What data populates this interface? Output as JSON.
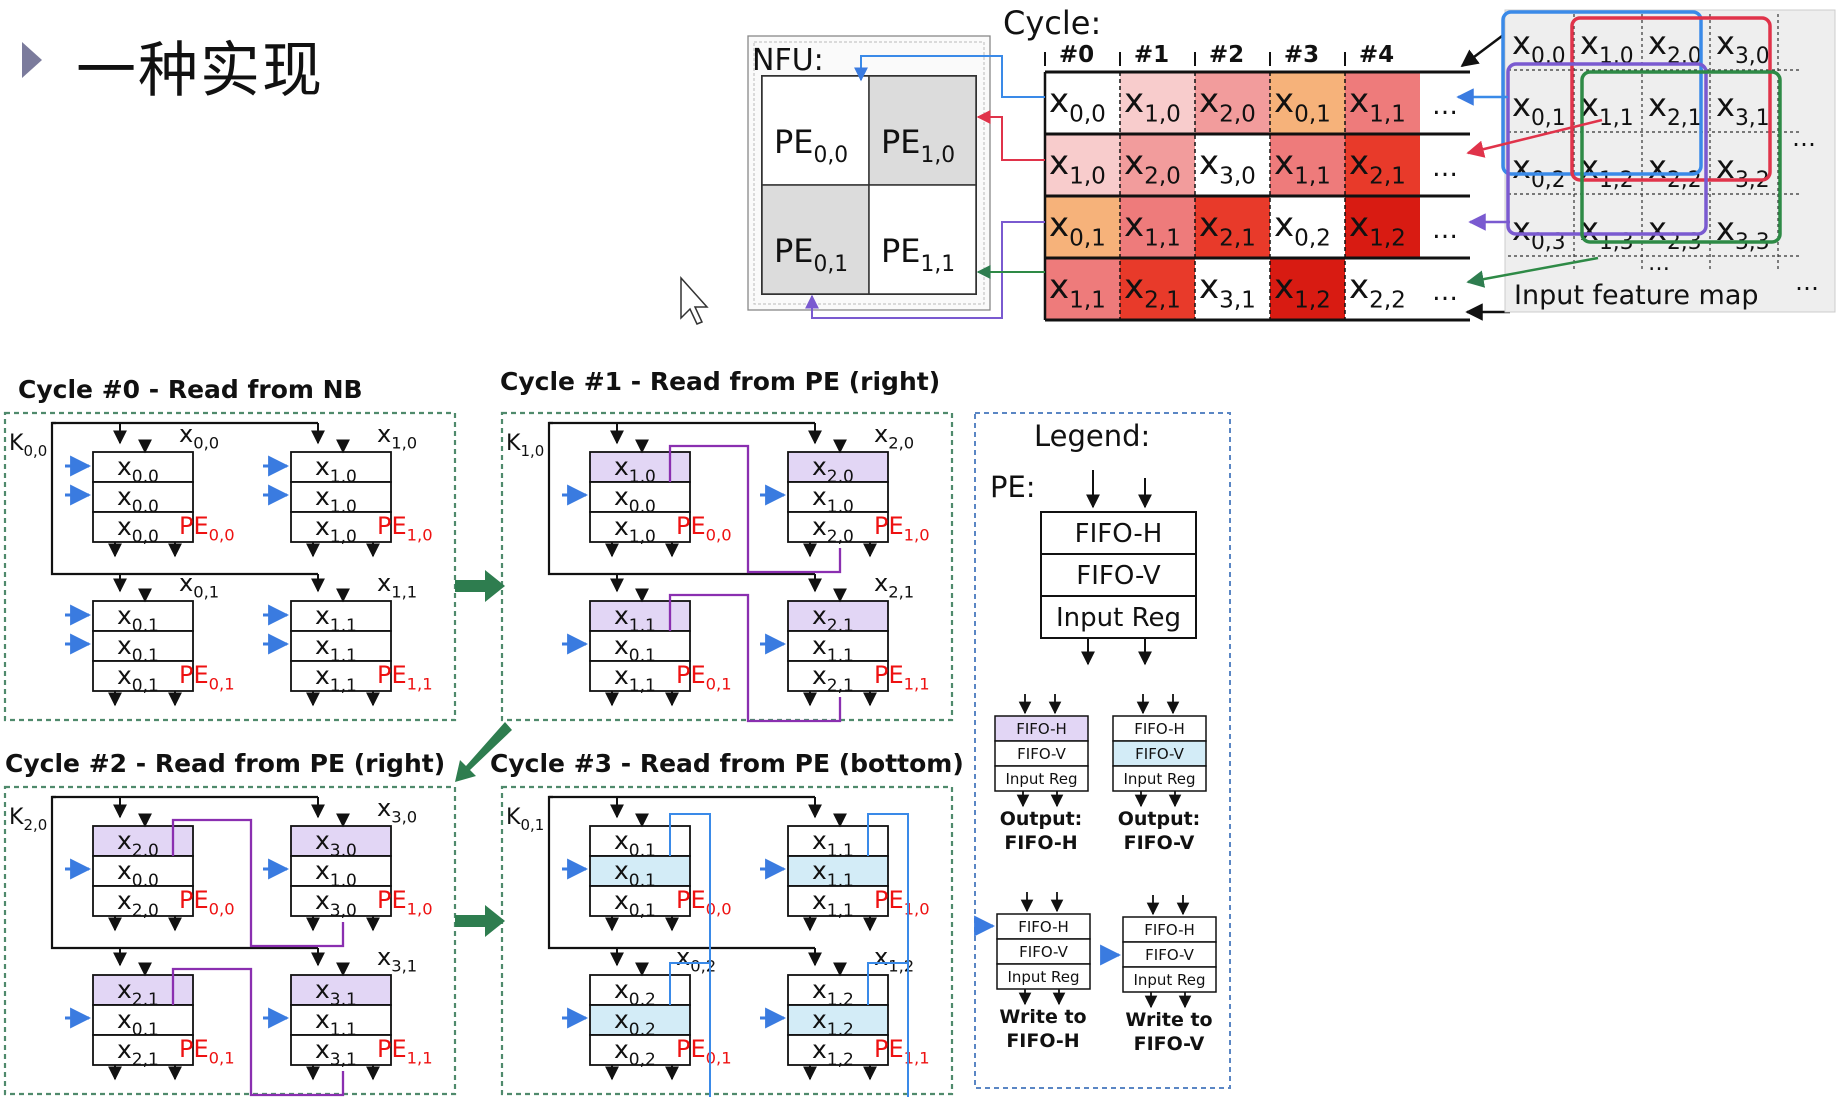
{
  "slide": {
    "title": "一种实现",
    "colors": {
      "bullet": "#7a7a9a",
      "red": "#ee1111",
      "purple": "#8a2fb0",
      "blue": "#3a7be0",
      "green": "#2e7d4f"
    }
  },
  "nfu": {
    "label": "NFU:",
    "pes": [
      {
        "main": "PE",
        "sub": "0,0"
      },
      {
        "main": "PE",
        "sub": "1,0"
      },
      {
        "main": "PE",
        "sub": "0,1"
      },
      {
        "main": "PE",
        "sub": "1,1"
      }
    ]
  },
  "cycle_table": {
    "label": "Cycle:",
    "headers": [
      "#0",
      "#1",
      "#2",
      "#3",
      "#4"
    ],
    "more": "…",
    "rows": [
      [
        {
          "t": "0,0",
          "c": "#ffffff"
        },
        {
          "t": "1,0",
          "c": "#f8cccc"
        },
        {
          "t": "2,0",
          "c": "#f29c9c"
        },
        {
          "t": "0,1",
          "c": "#f6b27a"
        },
        {
          "t": "1,1",
          "c": "#ee7b7b"
        }
      ],
      [
        {
          "t": "1,0",
          "c": "#f8cccc"
        },
        {
          "t": "2,0",
          "c": "#f29c9c"
        },
        {
          "t": "3,0",
          "c": "#ffffff"
        },
        {
          "t": "1,1",
          "c": "#ee7b7b"
        },
        {
          "t": "2,1",
          "c": "#e83a2a"
        }
      ],
      [
        {
          "t": "0,1",
          "c": "#f6b27a"
        },
        {
          "t": "1,1",
          "c": "#ee7b7b"
        },
        {
          "t": "2,1",
          "c": "#e83a2a"
        },
        {
          "t": "0,2",
          "c": "#ffffff"
        },
        {
          "t": "1,2",
          "c": "#d81b12"
        }
      ],
      [
        {
          "t": "1,1",
          "c": "#ee7b7b"
        },
        {
          "t": "2,1",
          "c": "#e83a2a"
        },
        {
          "t": "3,1",
          "c": "#ffffff"
        },
        {
          "t": "1,2",
          "c": "#d81b12"
        },
        {
          "t": "2,2",
          "c": "#ffffff"
        }
      ]
    ]
  },
  "input_map": {
    "label": "Input feature map",
    "cells": [
      [
        "0,0",
        "1,0",
        "2,0",
        "3,0"
      ],
      [
        "0,1",
        "1,1",
        "2,1",
        "3,1"
      ],
      [
        "0,2",
        "1,2",
        "2,2",
        "3,2"
      ],
      [
        "0,3",
        "1,3",
        "2,3",
        "3,3"
      ]
    ],
    "more": "…"
  },
  "cycles": [
    {
      "title": "Cycle #0 - Read from NB",
      "kernel": "K",
      "kernel_sub": "0,0",
      "pes": [
        {
          "top": [
            "0,0",
            "0,0",
            "0,0"
          ],
          "in": "0,0",
          "name": "PE",
          "sub": "0,0",
          "hl": []
        },
        {
          "top": [
            "1,0",
            "1,0",
            "1,0"
          ],
          "in": "1,0",
          "name": "PE",
          "sub": "1,0",
          "hl": []
        },
        {
          "top": [
            "0,1",
            "0,1",
            "0,1"
          ],
          "in": "0,1",
          "name": "PE",
          "sub": "0,1",
          "hl": []
        },
        {
          "top": [
            "1,1",
            "1,1",
            "1,1"
          ],
          "in": "1,1",
          "name": "PE",
          "sub": "1,1",
          "hl": []
        }
      ]
    },
    {
      "title": "Cycle #1 - Read from PE (right)",
      "kernel": "K",
      "kernel_sub": "1,0",
      "pes": [
        {
          "top": [
            "1,0",
            "0,0",
            "1,0"
          ],
          "in": "",
          "name": "PE",
          "sub": "0,0",
          "hl": [
            "purple",
            "",
            ""
          ]
        },
        {
          "top": [
            "2,0",
            "1,0",
            "2,0"
          ],
          "in": "2,0",
          "name": "PE",
          "sub": "1,0",
          "hl": [
            "purple",
            "",
            ""
          ]
        },
        {
          "top": [
            "1,1",
            "0,1",
            "1,1"
          ],
          "in": "",
          "name": "PE",
          "sub": "0,1",
          "hl": [
            "purple",
            "",
            ""
          ]
        },
        {
          "top": [
            "2,1",
            "1,1",
            "2,1"
          ],
          "in": "2,1",
          "name": "PE",
          "sub": "1,1",
          "hl": [
            "purple",
            "",
            ""
          ]
        }
      ]
    },
    {
      "title": "Cycle #2 - Read from PE (right)",
      "kernel": "K",
      "kernel_sub": "2,0",
      "pes": [
        {
          "top": [
            "2,0",
            "0,0",
            "2,0"
          ],
          "in": "",
          "name": "PE",
          "sub": "0,0",
          "hl": [
            "purple",
            "",
            ""
          ]
        },
        {
          "top": [
            "3,0",
            "1,0",
            "3,0"
          ],
          "in": "3,0",
          "name": "PE",
          "sub": "1,0",
          "hl": [
            "purple",
            "",
            ""
          ]
        },
        {
          "top": [
            "2,1",
            "0,1",
            "2,1"
          ],
          "in": "",
          "name": "PE",
          "sub": "0,1",
          "hl": [
            "purple",
            "",
            ""
          ]
        },
        {
          "top": [
            "3,1",
            "1,1",
            "3,1"
          ],
          "in": "3,1",
          "name": "PE",
          "sub": "1,1",
          "hl": [
            "purple",
            "",
            ""
          ]
        }
      ]
    },
    {
      "title": "Cycle #3 - Read from PE (bottom)",
      "kernel": "K",
      "kernel_sub": "0,1",
      "pes": [
        {
          "top": [
            "0,1",
            "0,1",
            "0,1"
          ],
          "in": "",
          "name": "PE",
          "sub": "0,0",
          "hl": [
            "",
            "blue",
            ""
          ]
        },
        {
          "top": [
            "1,1",
            "1,1",
            "1,1"
          ],
          "in": "",
          "name": "PE",
          "sub": "1,0",
          "hl": [
            "",
            "blue",
            ""
          ]
        },
        {
          "top": [
            "0,2",
            "0,2",
            "0,2"
          ],
          "in": "0,2",
          "name": "PE",
          "sub": "0,1",
          "hl": [
            "",
            "blue",
            ""
          ]
        },
        {
          "top": [
            "1,2",
            "1,2",
            "1,2"
          ],
          "in": "1,2",
          "name": "PE",
          "sub": "1,1",
          "hl": [
            "",
            "blue",
            ""
          ]
        }
      ]
    }
  ],
  "legend": {
    "title": "Legend:",
    "pe_label": "PE:",
    "rows": [
      "FIFO-H",
      "FIFO-V",
      "Input Reg"
    ],
    "items": [
      {
        "caption1": "Output:",
        "caption2": "FIFO-H",
        "hl": [
          "purple",
          "",
          ""
        ]
      },
      {
        "caption1": "Output:",
        "caption2": "FIFO-V",
        "hl": [
          "",
          "blue",
          ""
        ]
      },
      {
        "caption1": "Write to",
        "caption2": "FIFO-H",
        "hl": [
          "",
          "",
          ""
        ]
      },
      {
        "caption1": "Write to",
        "caption2": "FIFO-V",
        "hl": [
          "",
          "",
          ""
        ]
      }
    ]
  }
}
